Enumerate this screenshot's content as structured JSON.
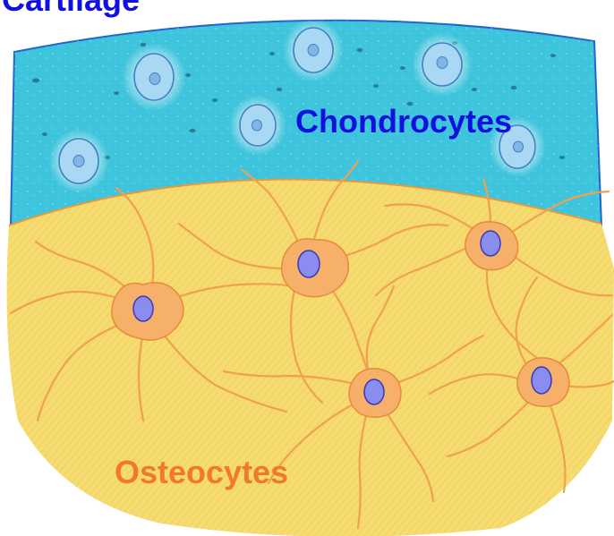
{
  "labels": {
    "title": "Cartilage",
    "chondrocytes": "Chondrocytes",
    "osteocytes": "Osteocytes"
  },
  "colors": {
    "label_blue": "#1010e0",
    "label_orange": "#f07a2a",
    "cartilage_fill": "#3ec4dc",
    "cartilage_border": "#2266cc",
    "bone_fill": "#f6dc70",
    "cell_body": "#f6b06a",
    "cell_outline": "#e88a3a",
    "osteo_nucleus": "#8a8cf0",
    "chondro_cell": "#a8d8f4",
    "chondro_nucleus": "#7fb6e6"
  },
  "icons": {
    "chondrocyte": "chondrocyte-cell-icon",
    "osteocyte": "osteocyte-cell-icon"
  }
}
